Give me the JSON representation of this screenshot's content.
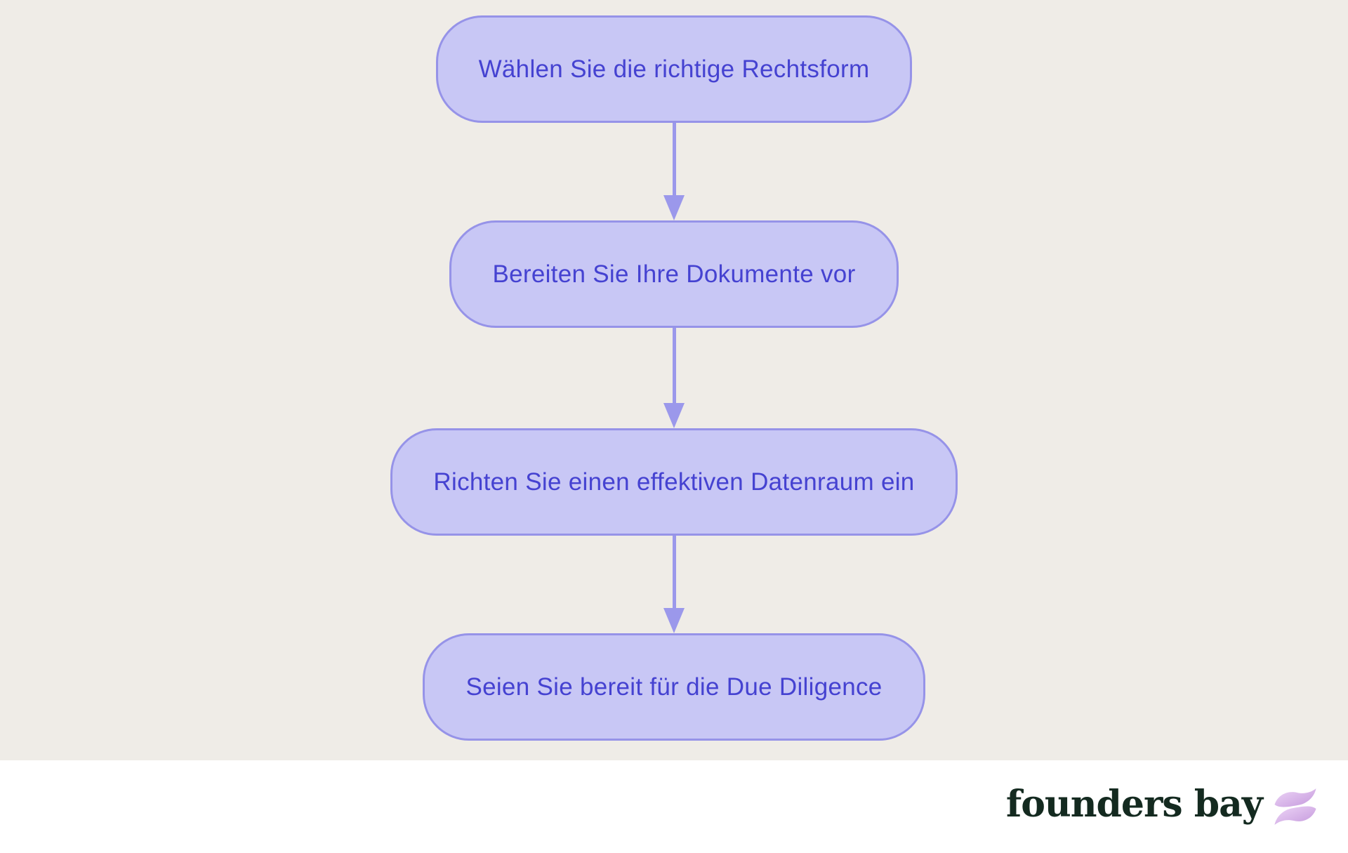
{
  "canvas": {
    "background": "#efece7",
    "footer_background": "#ffffff"
  },
  "flowchart": {
    "type": "vertical-flow",
    "node_fill": "#c8c7f5",
    "node_border": "#9693e8",
    "node_text_color": "#4542d1",
    "arrow_color": "#9b98eb",
    "steps": [
      {
        "label": "Wählen Sie die richtige Rechtsform"
      },
      {
        "label": "Bereiten Sie Ihre Dokumente vor"
      },
      {
        "label": "Richten Sie einen effektiven Datenraum ein"
      },
      {
        "label": "Seien Sie bereit für die Due Diligence"
      }
    ]
  },
  "footer": {
    "brand_name": "founders bay",
    "brand_color": "#142a20",
    "wave_icon": "double-wave-icon",
    "wave_gradient_top": "#eed6f7",
    "wave_gradient_bottom": "#c498dc"
  }
}
